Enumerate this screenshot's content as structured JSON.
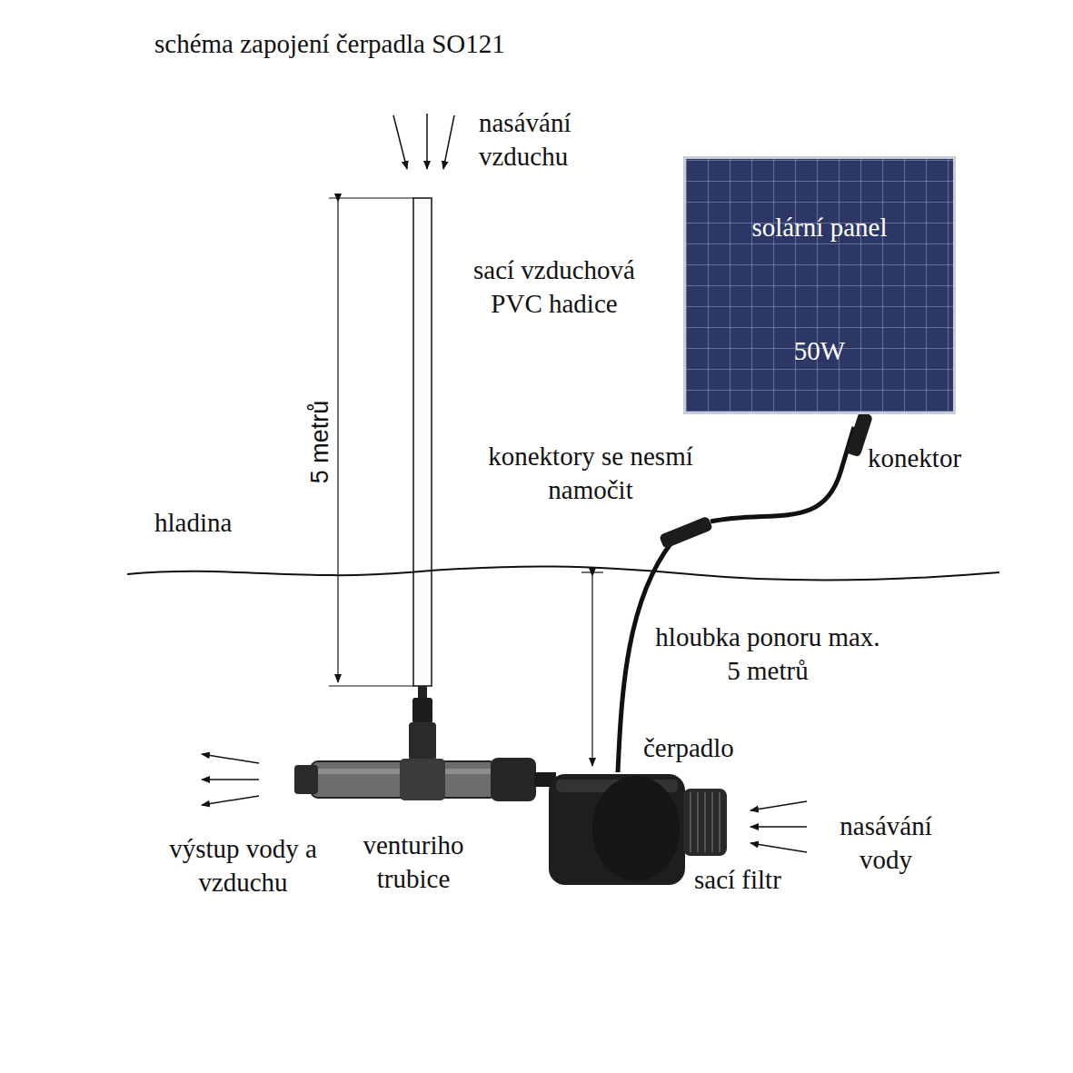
{
  "diagram": {
    "title": "schéma zapojení čerpadla SO121",
    "nodes": [
      {
        "text": [
          "solární panel",
          "50W"
        ]
      }
    ],
    "edges": [],
    "labels": [
      "nasávání vzduchu",
      "sací vzduchová PVC hadice",
      "5 metrů",
      "konektory se nesmí namočit",
      "konektor",
      "hladina",
      "hloubka ponoru max. 5 metrů",
      "čerpadlo",
      "nasávání vody",
      "sací filtr",
      "výstup vody a vzduchu",
      "venturiho trubice"
    ]
  }
}
